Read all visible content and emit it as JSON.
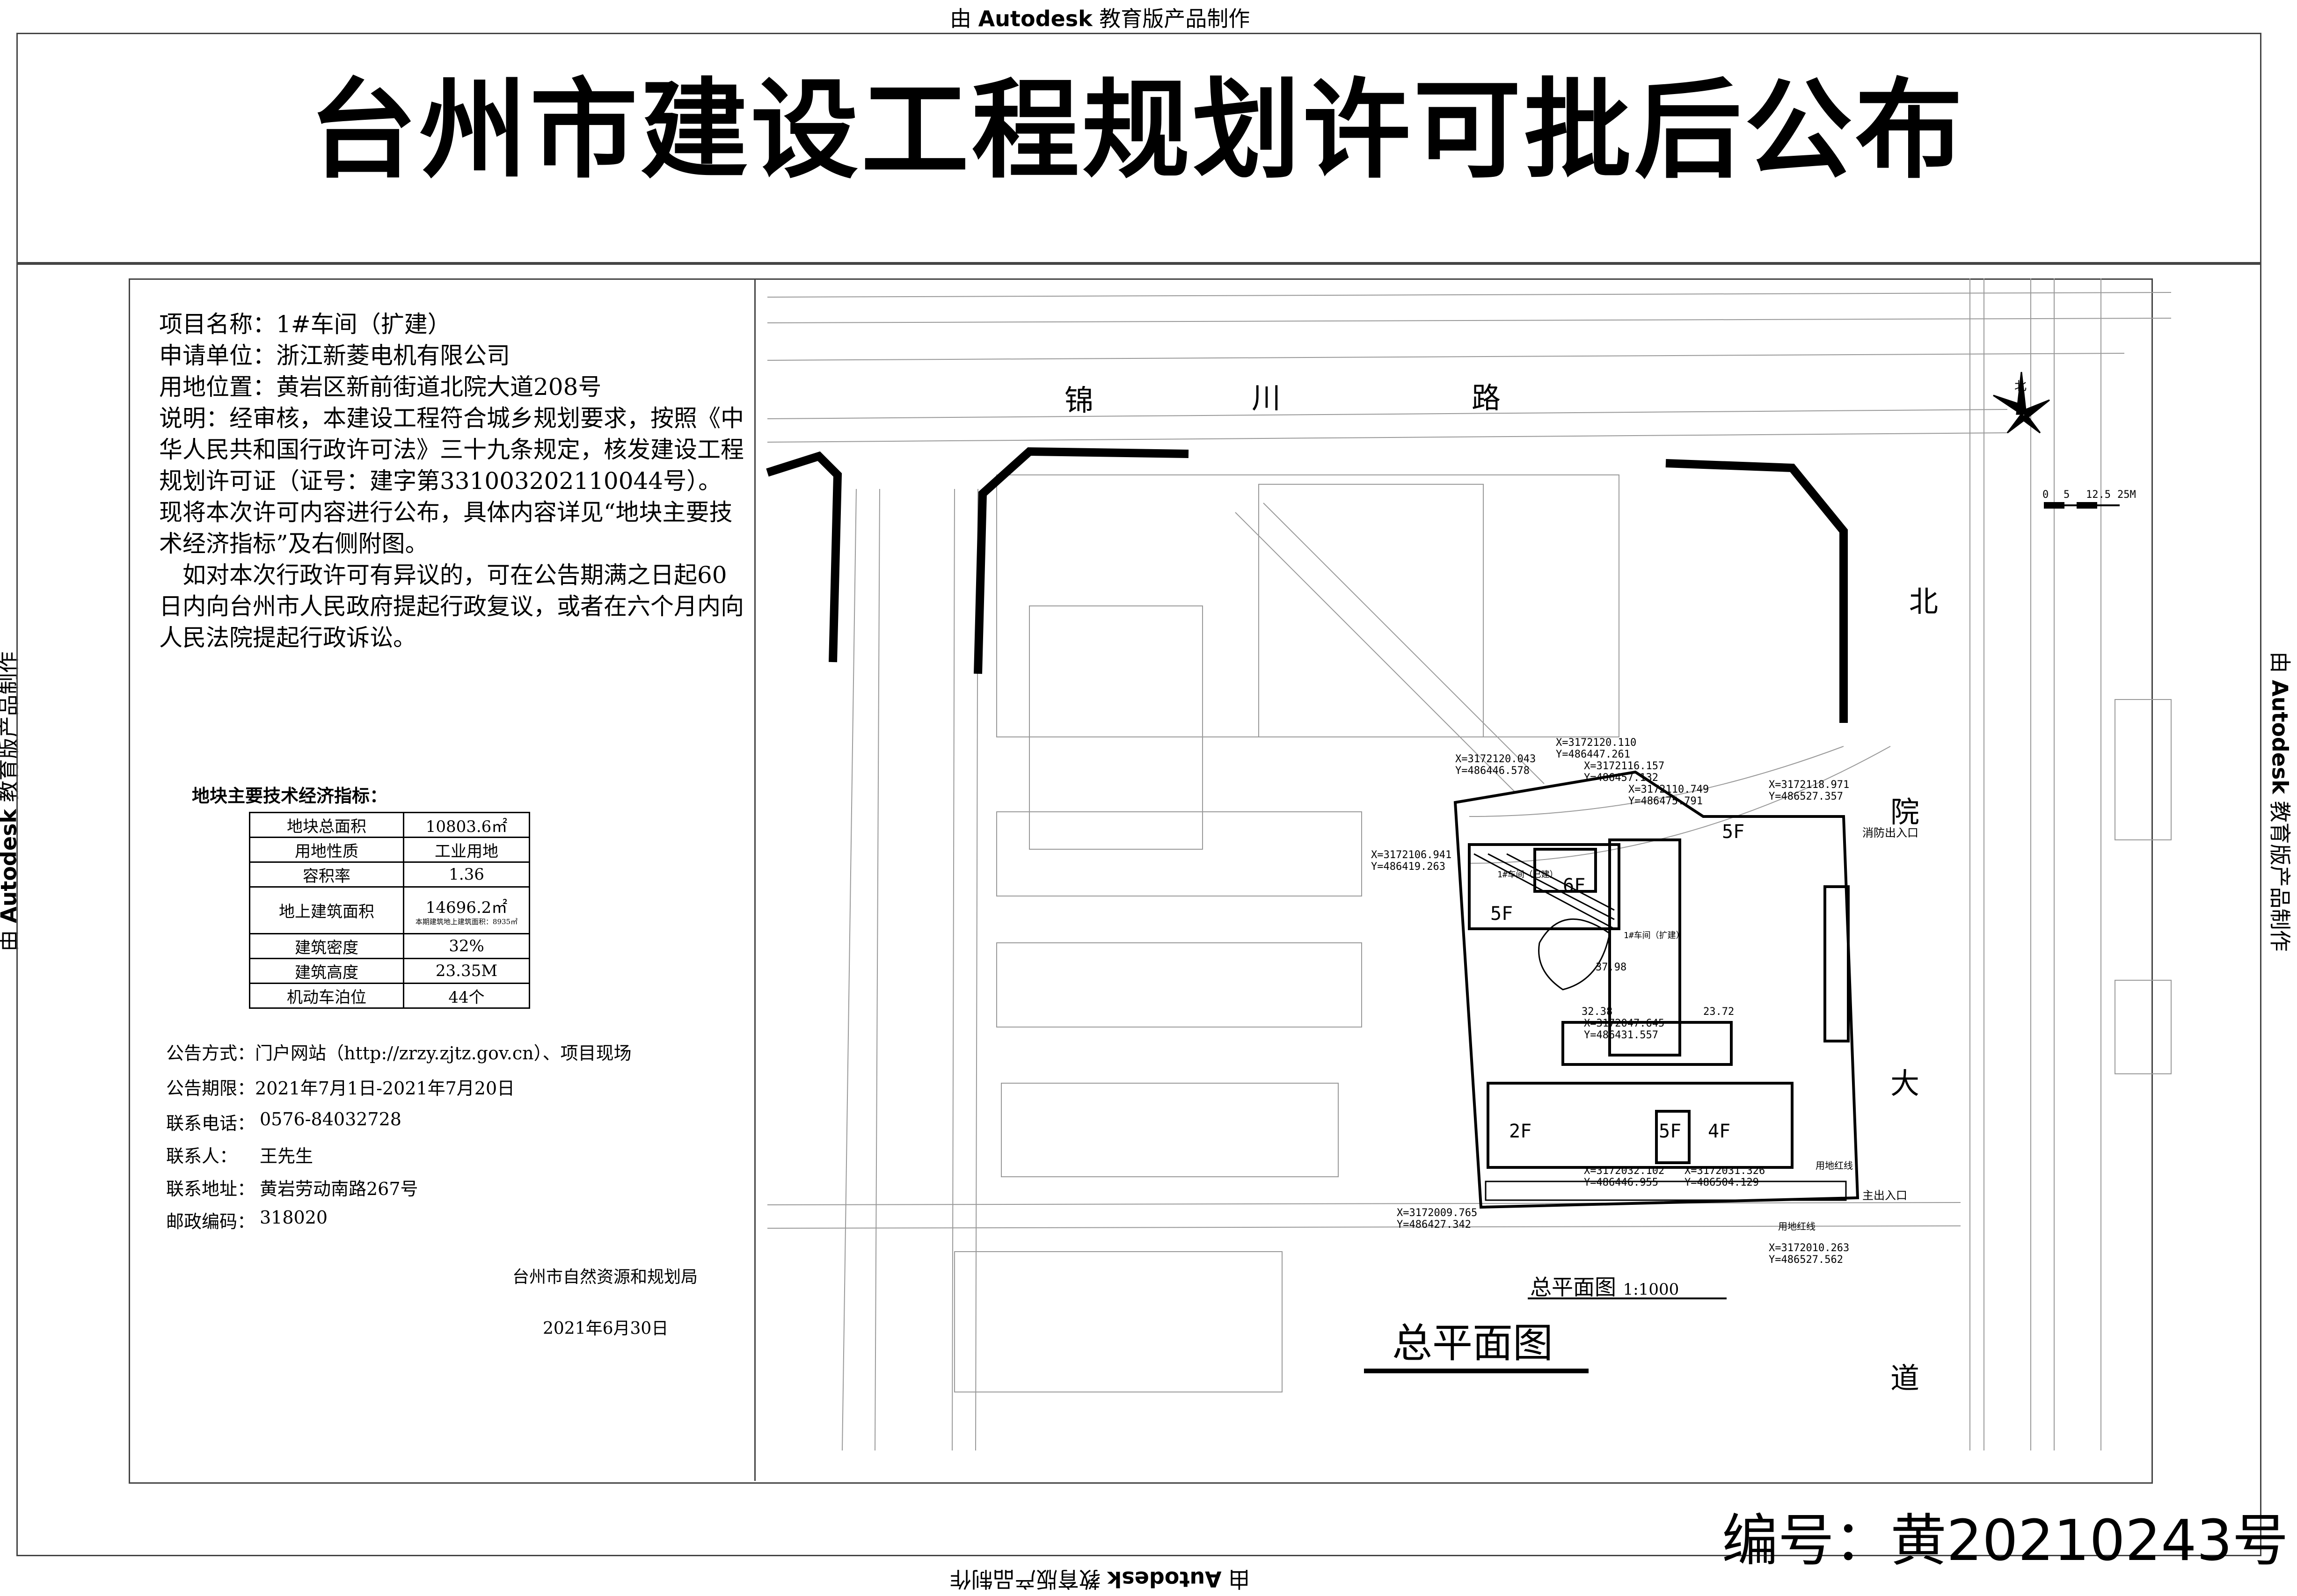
{
  "watermark": {
    "prefix": "由 ",
    "brand": "Autodesk",
    "suffix": " 教育版产品制作"
  },
  "title": "台州市建设工程规划许可批后公布",
  "info": {
    "project_name": "项目名称：1#车间（扩建）",
    "applicant": "申请单位：浙江新菱电机有限公司",
    "location": "用地位置：黄岩区新前街道北院大道208号",
    "description": "说明：经审核，本建设工程符合城乡规划要求，按照《中华人民共和国行政许可法》三十九条规定，核发建设工程规划许可证（证号：建字第331003202110044号）。现将本次许可内容进行公布，具体内容详见“地块主要技术经济指标”及右侧附图。",
    "objection": "如对本次行政许可有异议的，可在公告期满之日起60日内向台州市人民政府提起行政复议，或者在六个月内向人民法院提起行政诉讼。"
  },
  "indicators": {
    "title": "地块主要技术经济指标：",
    "rows": [
      {
        "label": "地块总面积",
        "value": "10803.6㎡"
      },
      {
        "label": "用地性质",
        "value": "工业用地"
      },
      {
        "label": "容积率",
        "value": "1.36"
      },
      {
        "label": "地上建筑面积",
        "value": "14696.2㎡",
        "note": "本期建筑地上建筑面积：8935㎡"
      },
      {
        "label": "建筑密度",
        "value": "32%"
      },
      {
        "label": "建筑高度",
        "value": "23.35M"
      },
      {
        "label": "机动车泊位",
        "value": "44个"
      }
    ]
  },
  "publication": {
    "method_label": "公告方式：",
    "method_value": "门户网站（http://zrzy.zjtz.gov.cn）、项目现场",
    "period_label": "公告期限：",
    "period_value": "2021年7月1日-2021年7月20日",
    "phone_label": "联系电话：",
    "phone_value": "0576-84032728",
    "contact_label": "联系人：",
    "contact_value": "王先生",
    "address_label": "联系地址：",
    "address_value": "黄岩劳动南路267号",
    "postcode_label": "邮政编码：",
    "postcode_value": "318020",
    "agency": "台州市自然资源和规划局",
    "date": "2021年6月30日"
  },
  "map": {
    "road_north": [
      "锦",
      "川",
      "路"
    ],
    "road_east": [
      "北",
      "院",
      "大",
      "道"
    ],
    "north_label": "北",
    "scale_ticks": [
      "0",
      "5",
      "12.5",
      "25M"
    ],
    "plan_title_small": "总平面图",
    "plan_scale": "1:1000",
    "plan_title_large": "总平面图",
    "floors": [
      "5F",
      "6F",
      "5F",
      "2F",
      "5F",
      "4F"
    ],
    "building_existing": "1#车间（已建）",
    "building_new": "1#车间（扩建）",
    "fire_entrance": "消防出入口",
    "main_entrance": "主出入口",
    "heights": [
      "37.98",
      "23.72",
      "32.38"
    ],
    "coords": [
      "X=3172120.043",
      "Y=486446.578",
      "X=3172120.110",
      "Y=486447.261",
      "X=3172116.157",
      "Y=486457.132",
      "X=3172110.749",
      "Y=486475.791",
      "X=3172118.971",
      "Y=486527.357",
      "X=3172106.941",
      "Y=486419.263",
      "X=3172047.645",
      "Y=486431.557",
      "X=3172032.102",
      "Y=486446.955",
      "X=3172031.326",
      "Y=486504.129",
      "X=3172009.765",
      "Y=486427.342",
      "X=3172010.263",
      "Y=486527.562"
    ],
    "redline_labels": [
      "用地红线",
      "用地红线"
    ]
  },
  "doc_number": "编号：黄20210243号"
}
